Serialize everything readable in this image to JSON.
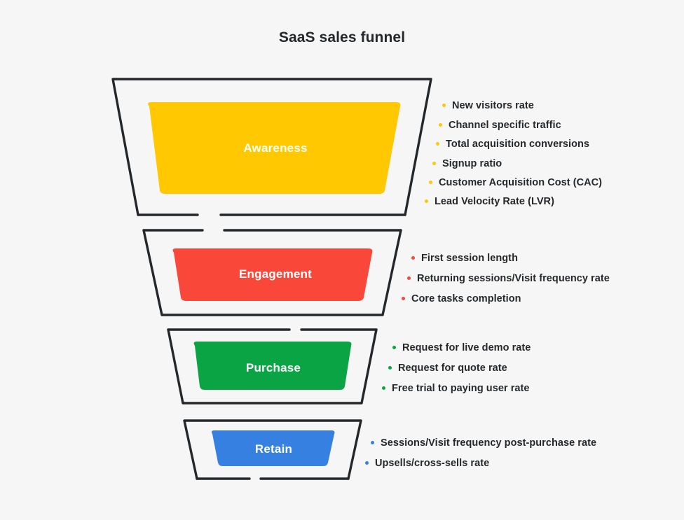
{
  "title": "SaaS sales funnel",
  "background_color": "#f6f6f6",
  "outline_color": "#25282b",
  "label_text_color": "#ffffff",
  "metric_text_color": "#25282b",
  "stages": [
    {
      "id": "awareness",
      "label": "Awareness",
      "color": "#ffc800",
      "metrics": [
        "New visitors rate",
        "Channel specific traffic",
        "Total acquisition conversions",
        "Signup ratio",
        "Customer Acquisition Cost (CAC)",
        "Lead Velocity Rate (LVR)"
      ]
    },
    {
      "id": "engagement",
      "label": "Engagement",
      "color": "#f9483a",
      "metrics": [
        "First session length",
        "Returning sessions/Visit frequency rate",
        "Core tasks completion"
      ]
    },
    {
      "id": "purchase",
      "label": "Purchase",
      "color": "#0ba444",
      "metrics": [
        "Request for live demo rate",
        "Request for quote rate",
        "Free trial to paying user rate"
      ]
    },
    {
      "id": "retain",
      "label": "Retain",
      "color": "#3680e2",
      "metrics": [
        "Sessions/Visit frequency post-purchase rate",
        "Upsells/cross-sells rate"
      ]
    }
  ]
}
